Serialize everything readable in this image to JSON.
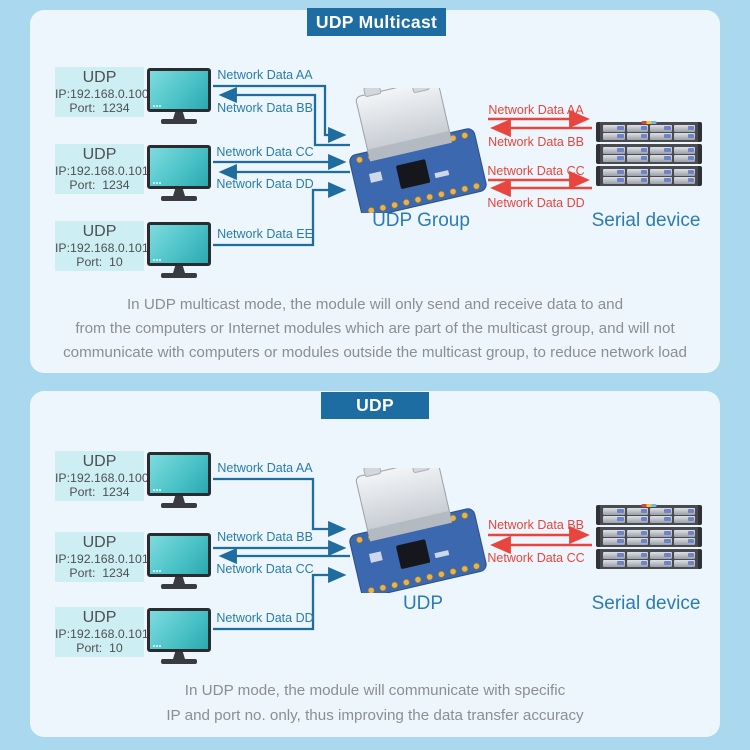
{
  "colors": {
    "background": "#a9d8ef",
    "panel": "#edf6fc",
    "title_bar": "#1d6da2",
    "lan_arrow": "#1f6d9e",
    "serial_arrow": "#e8453e",
    "device_label": "#2b7cb5",
    "station_box": "#cdeff4"
  },
  "panel1": {
    "title": "UDP Multicast",
    "stations": [
      {
        "name": "UDP",
        "ip": "IP:192.168.0.100",
        "port": "Port:  1234"
      },
      {
        "name": "UDP",
        "ip": "IP:192.168.0.101",
        "port": "Port:  1234"
      },
      {
        "name": "UDP",
        "ip": "IP:192.168.0.101",
        "port": "Port:  10"
      }
    ],
    "lan_flows": [
      "Network Data AA",
      "Network Data BB",
      "Network Data CC",
      "Network Data DD",
      "Network Data EE"
    ],
    "serial_flows": [
      "Network Data AA",
      "Network Data BB",
      "Network Data CC",
      "Network Data DD"
    ],
    "module_label": "UDP Group",
    "serial_label": "Serial device",
    "caption": [
      "In UDP multicast mode, the module will only send and receive data to and",
      "from the computers or Internet modules which are part of the multicast group, and will not",
      "communicate with computers or modules outside the multicast group, to reduce network load"
    ]
  },
  "panel2": {
    "title": "UDP",
    "stations": [
      {
        "name": "UDP",
        "ip": "IP:192.168.0.100",
        "port": "Port:  1234"
      },
      {
        "name": "UDP",
        "ip": "IP:192.168.0.101",
        "port": "Port:  1234"
      },
      {
        "name": "UDP",
        "ip": "IP:192.168.0.101",
        "port": "Port:  10"
      }
    ],
    "lan_flows": [
      "Network Data AA",
      "Network Data BB",
      "Network Data CC",
      "Network Data DD"
    ],
    "serial_flows": [
      "Network Data BB",
      "Network Data CC"
    ],
    "module_label": "UDP",
    "serial_label": "Serial device",
    "caption": [
      "In UDP mode, the module will communicate with specific",
      "IP and port no. only, thus improving the data transfer accuracy"
    ]
  }
}
